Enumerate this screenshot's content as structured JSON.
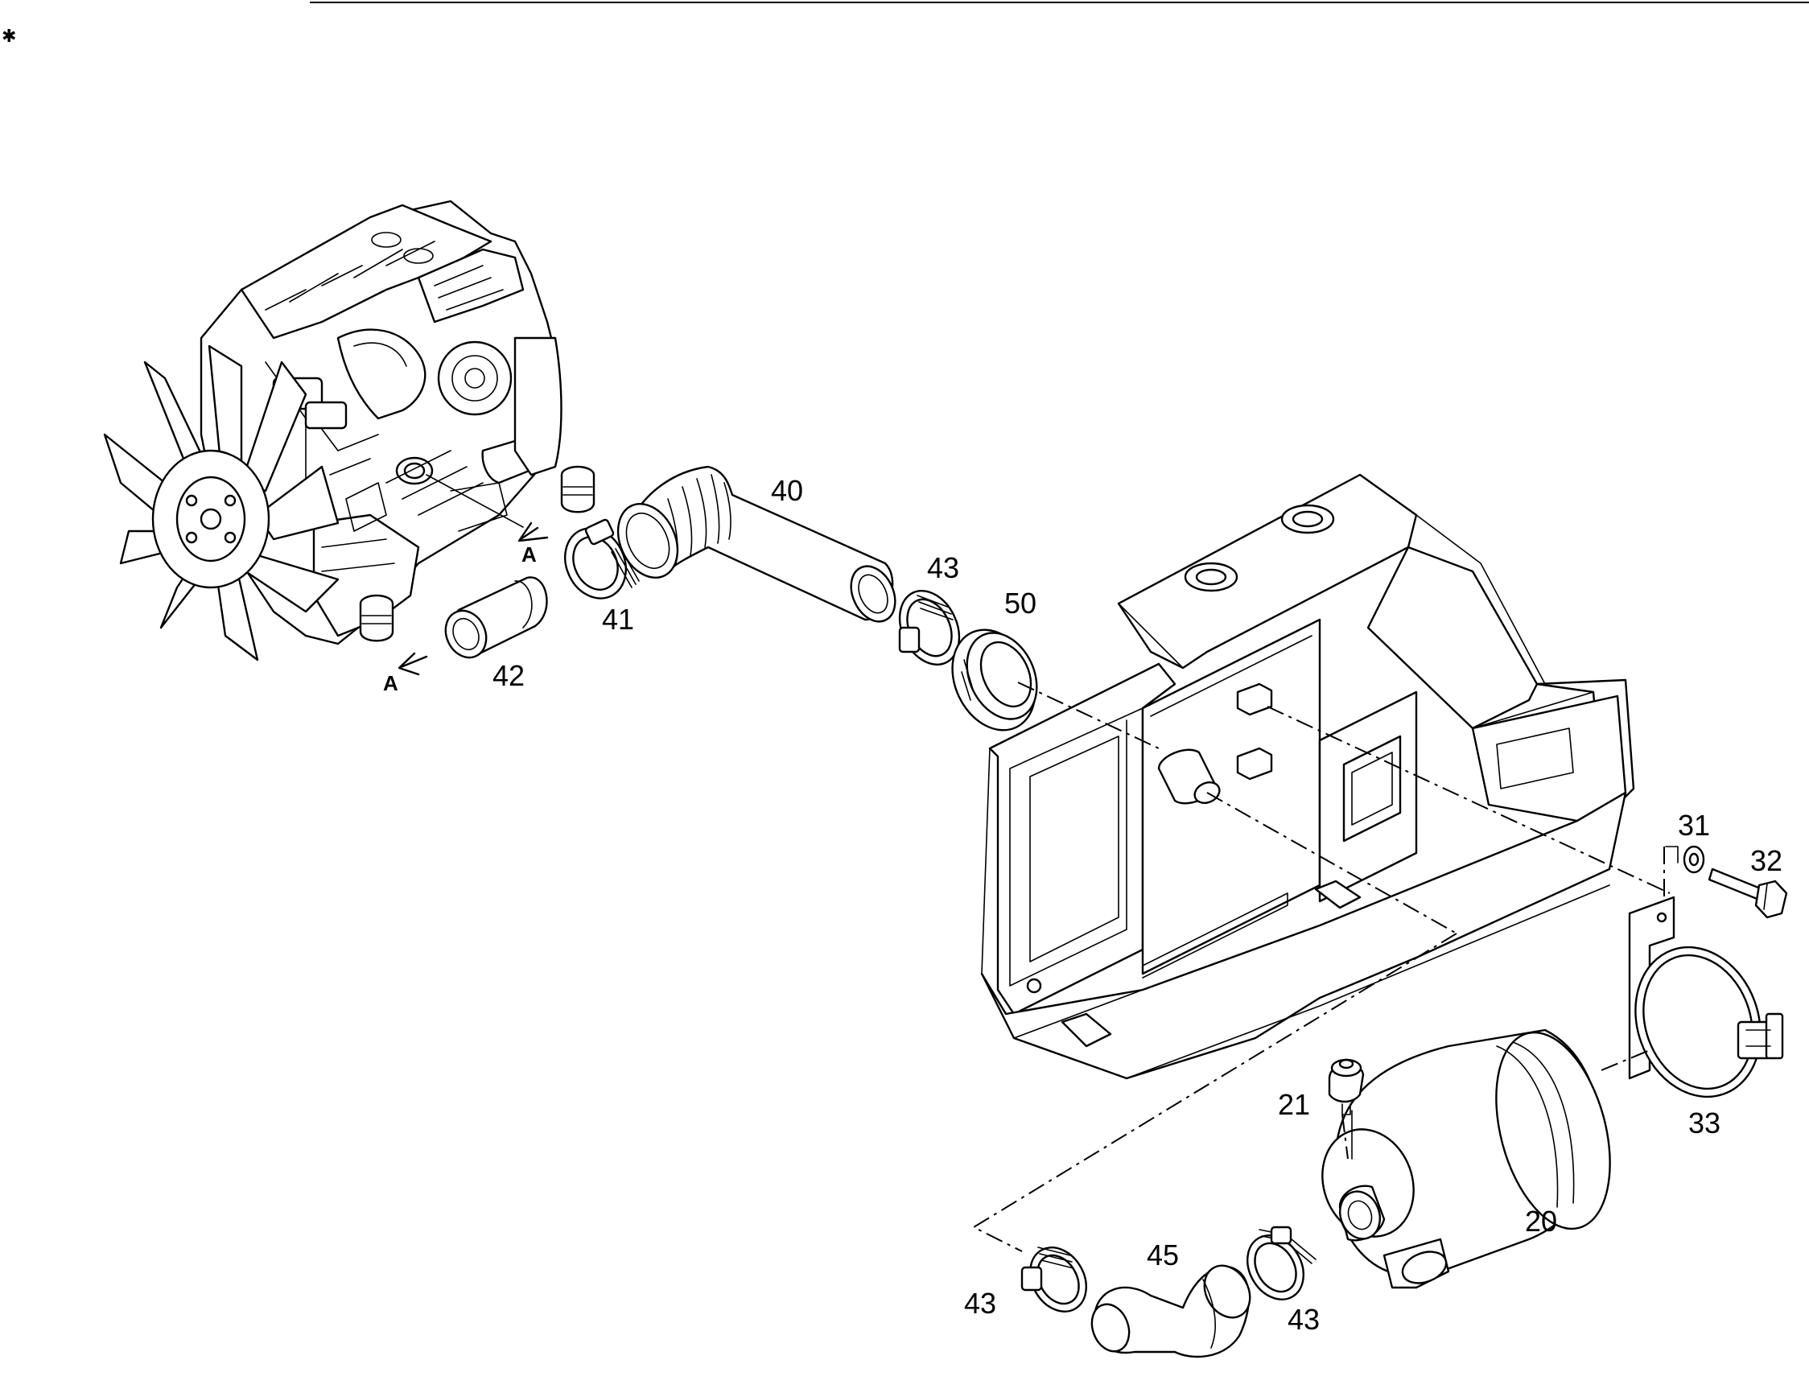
{
  "diagram": {
    "part_numbers": {
      "p20": "20",
      "p21": "21",
      "p31": "31",
      "p32": "32",
      "p33": "33",
      "p40": "40",
      "p41": "41",
      "p42": "42",
      "p43_a": "43",
      "p43_b": "43",
      "p43_c": "43",
      "p45": "45",
      "p50": "50"
    },
    "view_markers": {
      "a_upper": "A",
      "a_lower": "A"
    }
  }
}
